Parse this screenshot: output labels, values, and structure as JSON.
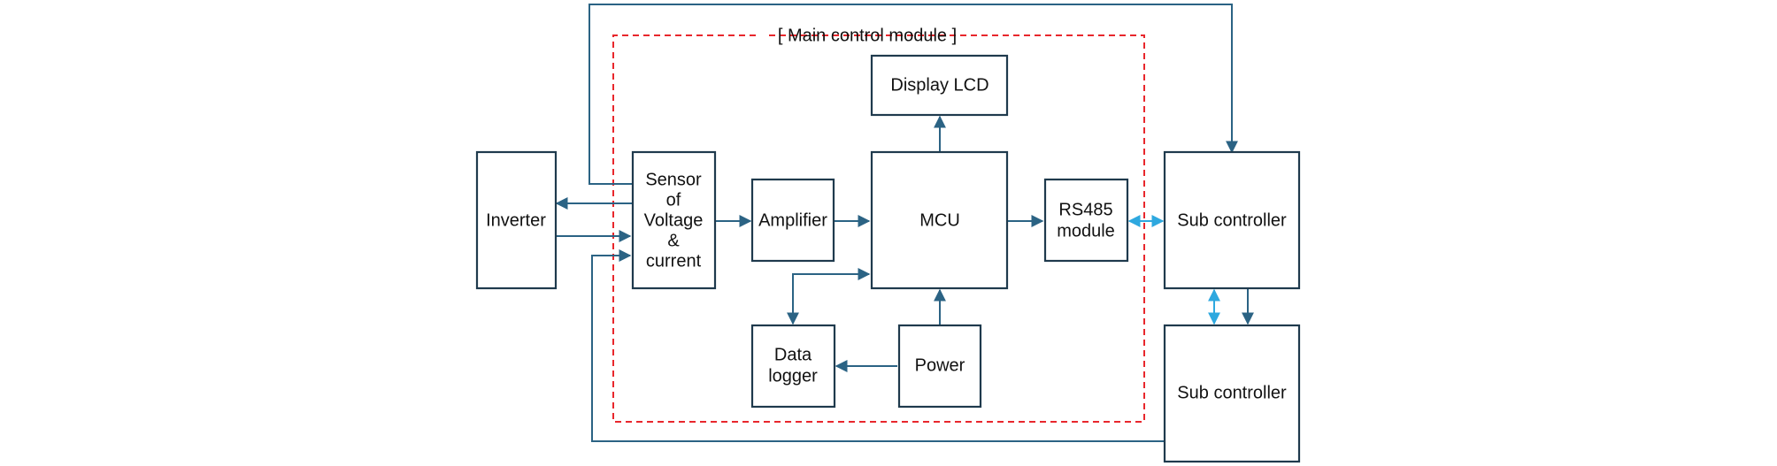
{
  "diagram": {
    "module_title": "[ Main control module ]",
    "blocks": {
      "inverter": [
        "Inverter"
      ],
      "sensor": [
        "Sensor",
        "of",
        "Voltage",
        "&",
        "current"
      ],
      "amplifier": [
        "Amplifier"
      ],
      "mcu": [
        "MCU"
      ],
      "display_lcd": [
        "Display LCD"
      ],
      "rs485": [
        "RS485",
        "module"
      ],
      "data_logger": [
        "Data",
        "logger"
      ],
      "power": [
        "Power"
      ],
      "sub_controller_1": [
        "Sub controller"
      ],
      "sub_controller_2": [
        "Sub controller"
      ]
    }
  }
}
